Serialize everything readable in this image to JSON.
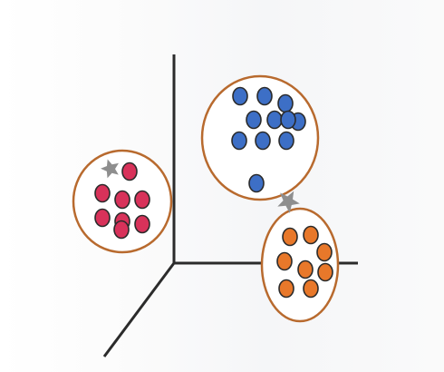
{
  "diagram": {
    "colors": {
      "axis": "#2b2b2b",
      "cluster_ring": "#b86a2e",
      "ring_fill": "#ffffff",
      "red_point": "#d8325a",
      "blue_point": "#3d6fc6",
      "orange_point": "#e8782a",
      "point_stroke": "#2a2a2a",
      "star": "#8e8e8e"
    },
    "clusters": [
      {
        "id": "red",
        "color_key": "red_point",
        "point_count": 8,
        "marker": "star-icon"
      },
      {
        "id": "blue",
        "color_key": "blue_point",
        "point_count": 11,
        "marker": "star-icon"
      },
      {
        "id": "orange",
        "color_key": "orange_point",
        "point_count": 8,
        "marker": "star-icon"
      }
    ]
  }
}
